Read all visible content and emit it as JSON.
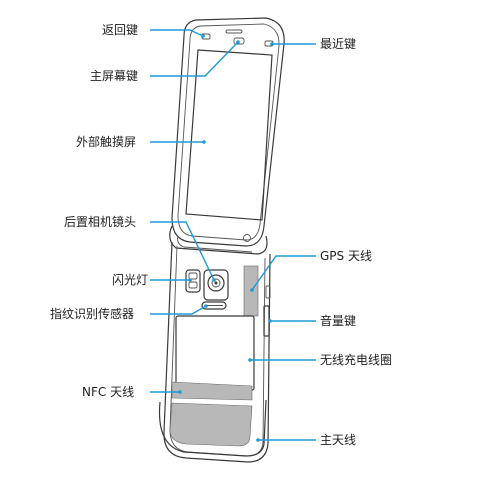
{
  "labels": {
    "back_key": "返回键",
    "home_key": "主屏幕键",
    "recent_key": "最近键",
    "touchscreen": "外部触摸屏",
    "rear_camera": "后置相机镜头",
    "gps_antenna": "GPS 天线",
    "flash": "闪光灯",
    "volume_key": "音量键",
    "fingerprint": "指纹识别传感器",
    "wireless_coil": "无线充电线圈",
    "nfc_antenna": "NFC 天线",
    "main_antenna": "主天线"
  },
  "colors": {
    "leader": "#1f9bd7",
    "outline": "#3a3a3a",
    "antenna_fill": "#b8b8b8",
    "text": "#222222"
  }
}
